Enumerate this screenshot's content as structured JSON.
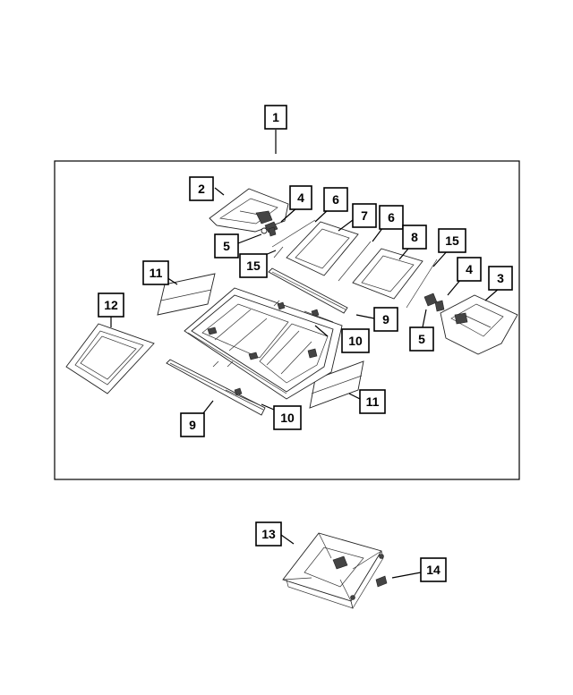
{
  "callouts": {
    "c1": "1",
    "c2": "2",
    "c3": "3",
    "c4a": "4",
    "c4b": "4",
    "c5a": "5",
    "c5b": "5",
    "c6a": "6",
    "c6b": "6",
    "c7": "7",
    "c8": "8",
    "c9a": "9",
    "c9b": "9",
    "c10a": "10",
    "c10b": "10",
    "c11a": "11",
    "c11b": "11",
    "c12": "12",
    "c13": "13",
    "c14": "14",
    "c15a": "15",
    "c15b": "15"
  },
  "colors": {
    "line": "#000000",
    "background": "#ffffff",
    "shade": "#444444"
  }
}
